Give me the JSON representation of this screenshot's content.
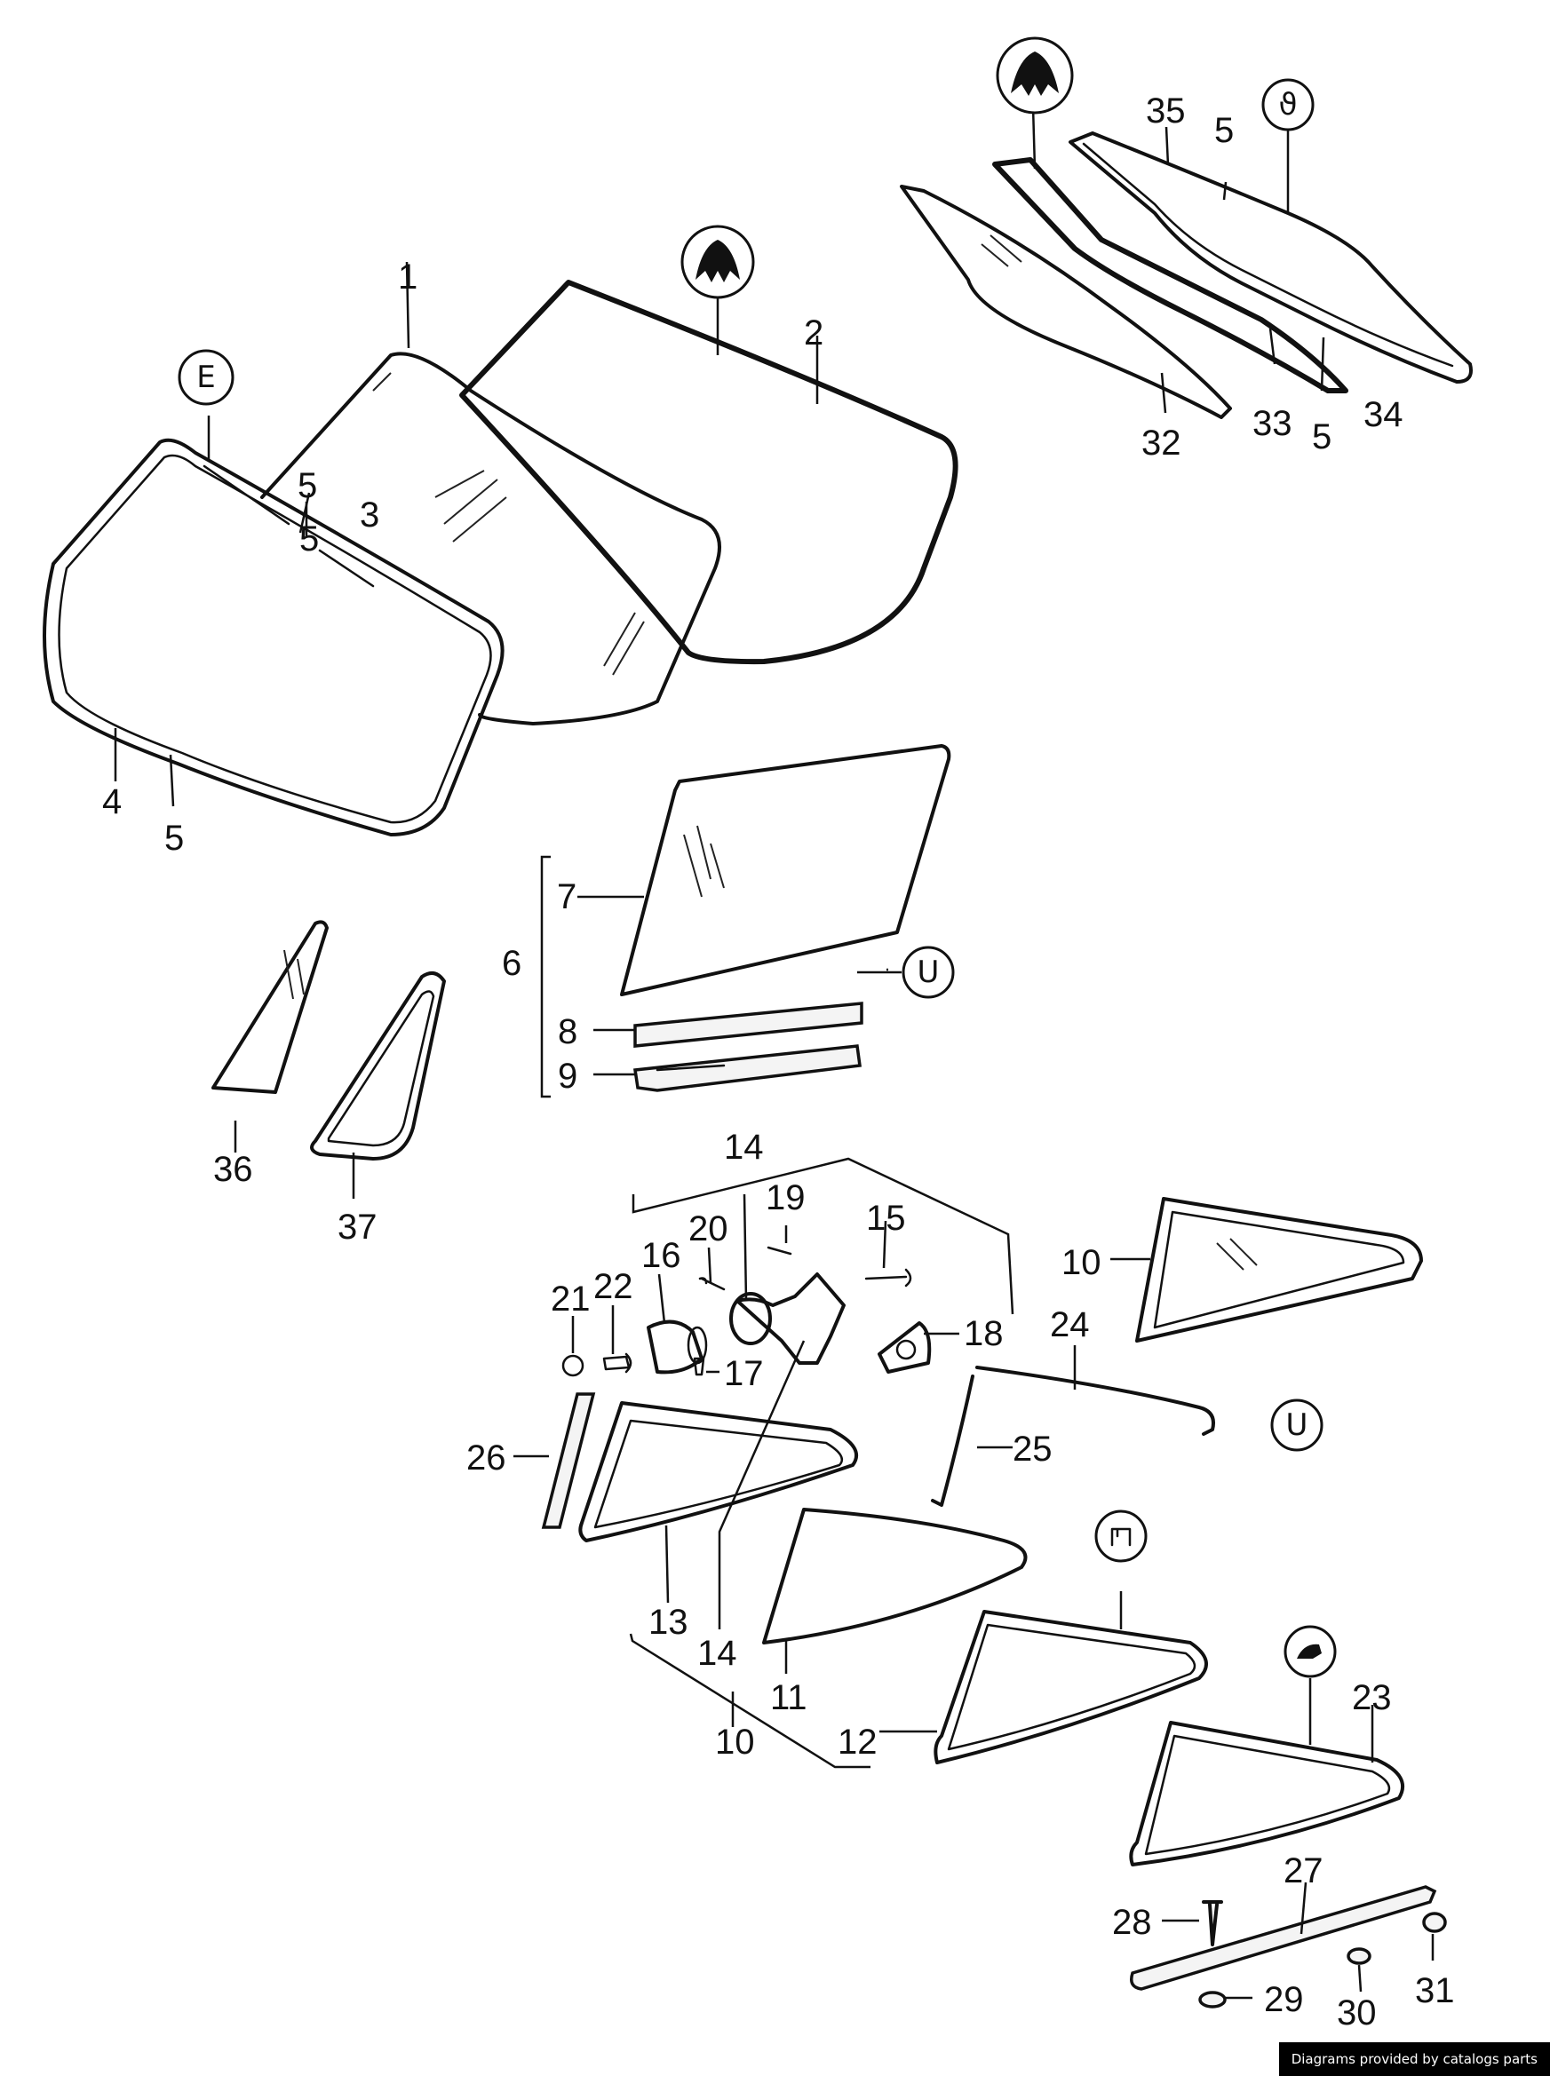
{
  "footer": {
    "credit": "Diagrams provided by catalogs parts"
  },
  "callouts": [
    "1",
    "2",
    "3",
    "4",
    "5",
    "5",
    "5",
    "6",
    "7",
    "8",
    "9",
    "10",
    "10",
    "11",
    "12",
    "13",
    "14",
    "14",
    "15",
    "16",
    "17",
    "18",
    "19",
    "20",
    "21",
    "22",
    "23",
    "24",
    "25",
    "26",
    "27",
    "28",
    "29",
    "30",
    "31",
    "32",
    "33",
    "5",
    "34",
    "35",
    "5",
    "36",
    "37"
  ],
  "badges": [
    "E",
    "U",
    "U",
    "ϑ"
  ]
}
